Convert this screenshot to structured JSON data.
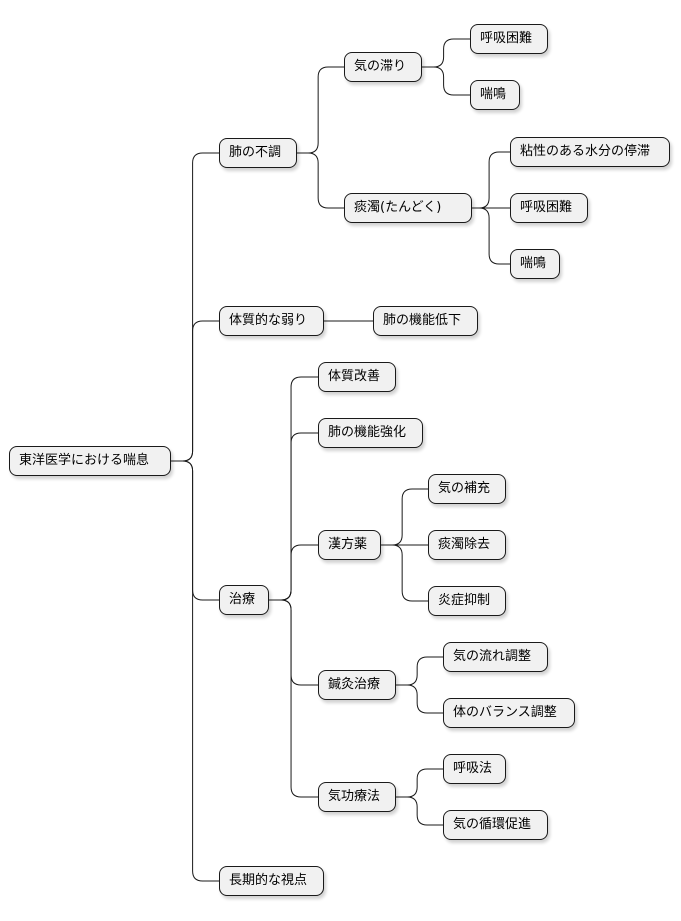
{
  "mindmap": {
    "root": {
      "id": "root",
      "label": "東洋医学における喘息",
      "children": [
        {
          "id": "lung",
          "label": "肺の不調",
          "children": [
            {
              "id": "qi-stag",
              "label": "気の滞り",
              "children": [
                {
                  "id": "kokyu1",
                  "label": "呼吸困難",
                  "children": []
                },
                {
                  "id": "zenmei1",
                  "label": "喘鳴",
                  "children": []
                }
              ]
            },
            {
              "id": "tandaku",
              "label": "痰濁(たんどく)",
              "children": [
                {
                  "id": "nensei",
                  "label": "粘性のある水分の停滞",
                  "children": []
                },
                {
                  "id": "kokyu2",
                  "label": "呼吸困難",
                  "children": []
                },
                {
                  "id": "zenmei2",
                  "label": "喘鳴",
                  "children": []
                }
              ]
            }
          ]
        },
        {
          "id": "weak",
          "label": "体質的な弱り",
          "children": [
            {
              "id": "lungdown",
              "label": "肺の機能低下",
              "children": []
            }
          ]
        },
        {
          "id": "treat",
          "label": "治療",
          "children": [
            {
              "id": "taishitsu",
              "label": "体質改善",
              "children": []
            },
            {
              "id": "lungup",
              "label": "肺の機能強化",
              "children": []
            },
            {
              "id": "kampo",
              "label": "漢方薬",
              "children": [
                {
                  "id": "qifill",
                  "label": "気の補充",
                  "children": []
                },
                {
                  "id": "tanremove",
                  "label": "痰濁除去",
                  "children": []
                },
                {
                  "id": "ensho",
                  "label": "炎症抑制",
                  "children": []
                }
              ]
            },
            {
              "id": "shinkyu",
              "label": "鍼灸治療",
              "children": [
                {
                  "id": "qiflow",
                  "label": "気の流れ調整",
                  "children": []
                },
                {
                  "id": "balance",
                  "label": "体のバランス調整",
                  "children": []
                }
              ]
            },
            {
              "id": "kiko",
              "label": "気功療法",
              "children": [
                {
                  "id": "kokyuho",
                  "label": "呼吸法",
                  "children": []
                },
                {
                  "id": "junkan",
                  "label": "気の循環促進",
                  "children": []
                }
              ]
            }
          ]
        },
        {
          "id": "longterm",
          "label": "長期的な視点",
          "children": []
        }
      ]
    }
  }
}
